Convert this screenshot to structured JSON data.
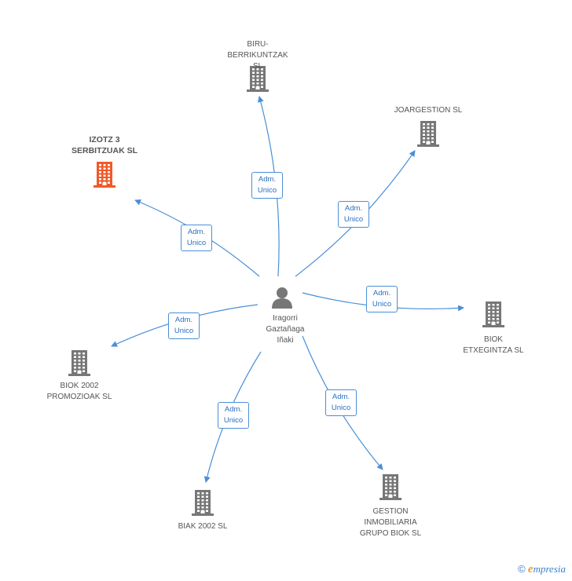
{
  "center": {
    "label": "Iragorri\nGaztañaga\nIñaki",
    "icon": "person-icon"
  },
  "companies": [
    {
      "id": "biru",
      "label": "BIRU-\nBERRIKUNTZAK SL",
      "highlight": false
    },
    {
      "id": "joargestion",
      "label": "JOARGESTION SL",
      "highlight": false
    },
    {
      "id": "izotz",
      "label": "IZOTZ 3\nSERBITZUAK SL",
      "highlight": true
    },
    {
      "id": "biok-etxe",
      "label": "BIOK\nETXEGINTZA SL",
      "highlight": false
    },
    {
      "id": "biok2002",
      "label": "BIOK 2002\nPROMOZIOAK SL",
      "highlight": false
    },
    {
      "id": "biak2002",
      "label": "BIAK 2002 SL",
      "highlight": false
    },
    {
      "id": "gestion",
      "label": "GESTION\nINMOBILIARIA\nGRUPO BIOK SL",
      "highlight": false
    }
  ],
  "edge_label": "Adm.\nUnico",
  "colors": {
    "edge": "#4a8fd8",
    "building": "#777777",
    "highlight": "#f05a28"
  },
  "footer": {
    "copyright": "©",
    "brand_e": "e",
    "brand_rest": "mpresia"
  }
}
